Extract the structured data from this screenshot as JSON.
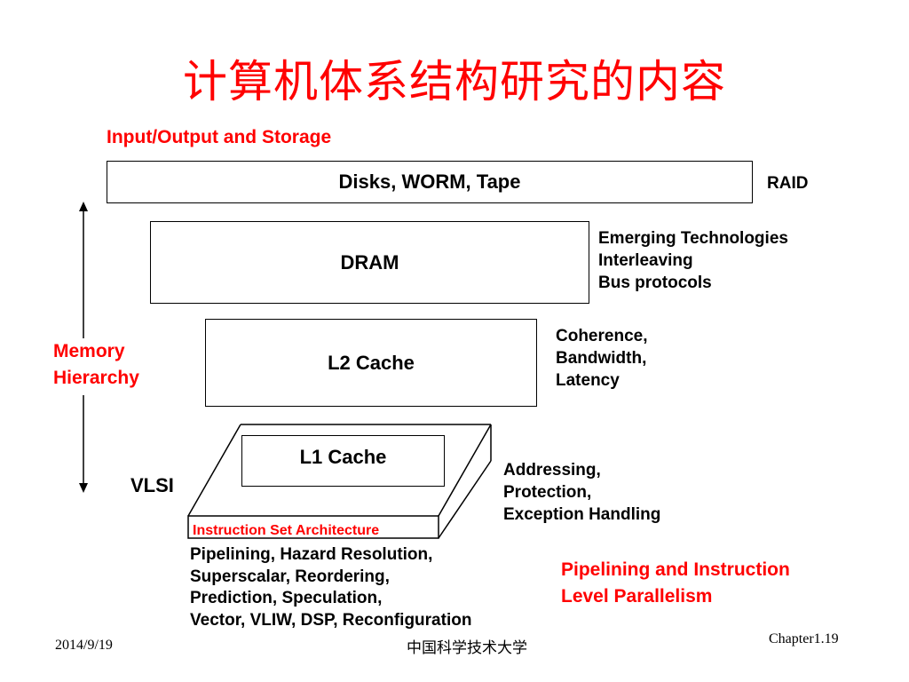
{
  "title": "计算机体系结构研究的内容",
  "io_label": "Input/Output and Storage",
  "disks_box": "Disks, WORM, Tape",
  "raid": "RAID",
  "dram_box": "DRAM",
  "dram_notes": [
    "Emerging Technologies",
    "Interleaving",
    "Bus protocols"
  ],
  "l2_box": "L2 Cache",
  "l2_notes": [
    "Coherence,",
    "Bandwidth,",
    "Latency"
  ],
  "memory_hierarchy": [
    "Memory",
    "Hierarchy"
  ],
  "l1_box": "L1 Cache",
  "l1_notes": [
    "Addressing,",
    "Protection,",
    "Exception Handling"
  ],
  "vlsi": "VLSI",
  "isa_label": "Instruction Set Architecture",
  "isa_notes": [
    "Pipelining, Hazard Resolution,",
    "Superscalar, Reordering,",
    "Prediction, Speculation,",
    "Vector, VLIW, DSP, Reconfiguration"
  ],
  "pipelining_ilp": [
    "Pipelining and Instruction",
    "Level Parallelism"
  ],
  "footer": {
    "date": "2014/9/19",
    "org": "中国科学技术大学",
    "page": "Chapter1.19"
  }
}
